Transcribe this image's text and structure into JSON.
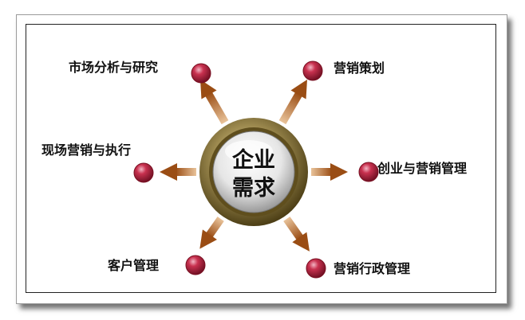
{
  "center": {
    "line1": "企业",
    "line2": "需求"
  },
  "nodes": [
    {
      "id": "market-analysis",
      "label": "市场分析与研究"
    },
    {
      "id": "marketing-planning",
      "label": "营销策划"
    },
    {
      "id": "onsite-execution",
      "label": "现场营销与执行"
    },
    {
      "id": "business-management",
      "label": "创业与营销管理"
    },
    {
      "id": "customer-management",
      "label": "客户管理"
    },
    {
      "id": "admin-management",
      "label": "营销行政管理"
    }
  ],
  "colors": {
    "node_ball": "#b0233e",
    "arrow": "#a8652a",
    "ring_outer": "#6b5a2a",
    "ring_inner": "#c9b98a"
  }
}
